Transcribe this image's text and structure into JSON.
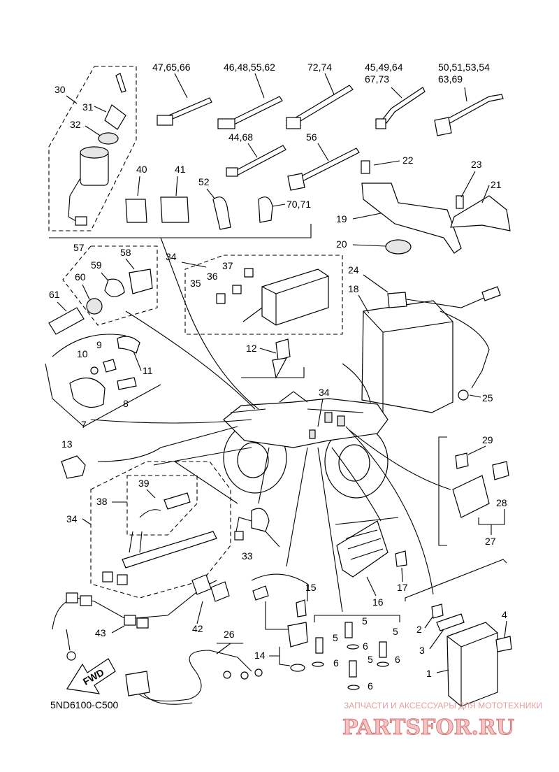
{
  "diagram": {
    "code": "5ND6100-C500",
    "fwd_label": "FWD",
    "labels": {
      "l47": "47,65,66",
      "l46": "46,48,55,62",
      "l72": "72,74",
      "l45a": "45,49,64",
      "l45b": "67,73",
      "l50a": "50,51,53,54",
      "l50b": "63,69",
      "l30": "30",
      "l31": "31",
      "l32": "32",
      "l44": "44,68",
      "l56": "56",
      "l22": "22",
      "l23": "23",
      "l21": "21",
      "l40": "40",
      "l41": "41",
      "l52": "52",
      "l70": "70,71",
      "l19": "19",
      "l20": "20",
      "l57": "57",
      "l58": "58",
      "l59": "59",
      "l60": "60",
      "l61": "61",
      "l34a": "34",
      "l37": "37",
      "l36": "36",
      "l35": "35",
      "l24": "24",
      "l18": "18",
      "l10": "10",
      "l9": "9",
      "l11": "11",
      "l12": "12",
      "l8": "8",
      "l7": "7",
      "l34b": "34",
      "l25": "25",
      "l13": "13",
      "l29": "29",
      "l28": "28",
      "l27": "27",
      "l39": "39",
      "l38": "38",
      "l34c": "34",
      "l33": "33",
      "l17": "17",
      "l16": "16",
      "l15": "15",
      "l43": "43",
      "l42": "42",
      "l26": "26",
      "l14": "14",
      "l5a": "5",
      "l5b": "5",
      "l5c": "5",
      "l5d": "5",
      "l6a": "6",
      "l6b": "6",
      "l6c": "6",
      "l6d": "6",
      "l2": "2",
      "l3": "3",
      "l4": "4",
      "l1": "1"
    }
  },
  "watermark": {
    "tagline": "ЗАПЧАСТИ И АКСЕССУАРЫ ДЛЯ МОТОТЕХНИКИ",
    "logo": "PARTSFOR.RU"
  }
}
